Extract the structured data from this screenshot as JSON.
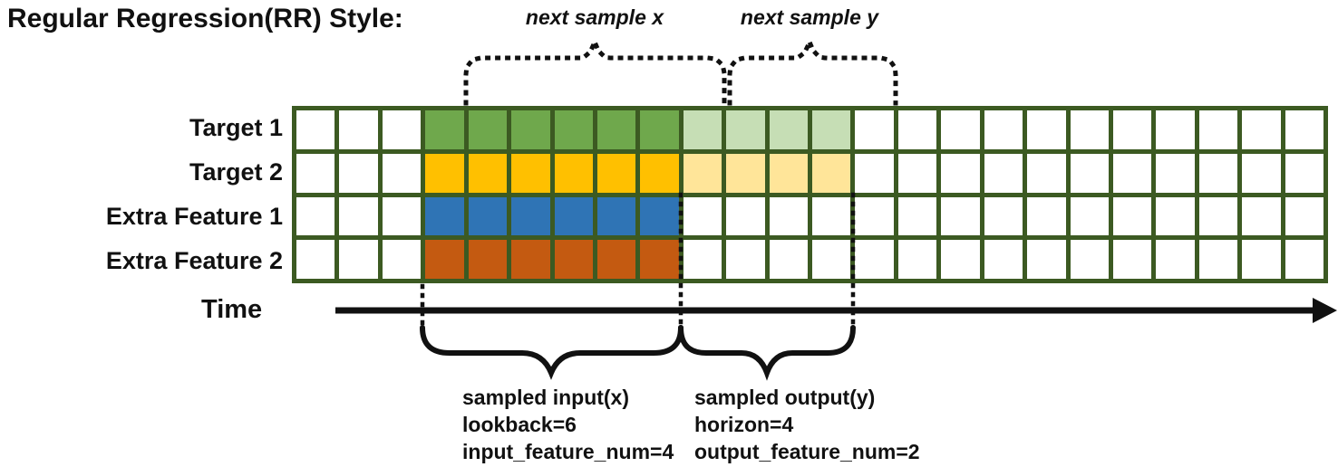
{
  "title": "Regular Regression(RR) Style:",
  "annotations": {
    "next_sample_x": "next sample x",
    "next_sample_y": "next sample y",
    "time_label": "Time",
    "input_block": [
      "sampled input(x)",
      "lookback=6",
      "input_feature_num=4"
    ],
    "output_block": [
      "sampled output(y)",
      "horizon=4",
      "output_feature_num=2"
    ]
  },
  "colors": {
    "grid_line": "#3c5a22",
    "cell_empty": "#ffffff",
    "ink": "#111111",
    "target1_input": "#6fa84c",
    "target1_output": "#c6deb5",
    "target2_input": "#ffc000",
    "target2_output": "#ffe599",
    "extra_feature1_input": "#2f74b5",
    "extra_feature2_input": "#c45a11"
  },
  "grid": {
    "columns": 24,
    "lead_empty_cells": 3,
    "lookback_cells": 6,
    "horizon_cells": 4,
    "rows": [
      {
        "label": "Target 1",
        "lead_empty": 3,
        "input_cells": 6,
        "output_cells": 4,
        "input_color": "#6fa84c",
        "output_color": "#c6deb5"
      },
      {
        "label": "Target 2",
        "lead_empty": 3,
        "input_cells": 6,
        "output_cells": 4,
        "input_color": "#ffc000",
        "output_color": "#ffe599"
      },
      {
        "label": "Extra Feature 1",
        "lead_empty": 3,
        "input_cells": 6,
        "output_cells": 0,
        "input_color": "#2f74b5",
        "output_color": null
      },
      {
        "label": "Extra Feature 2",
        "lead_empty": 3,
        "input_cells": 6,
        "output_cells": 0,
        "input_color": "#c45a11",
        "output_color": null
      }
    ]
  }
}
